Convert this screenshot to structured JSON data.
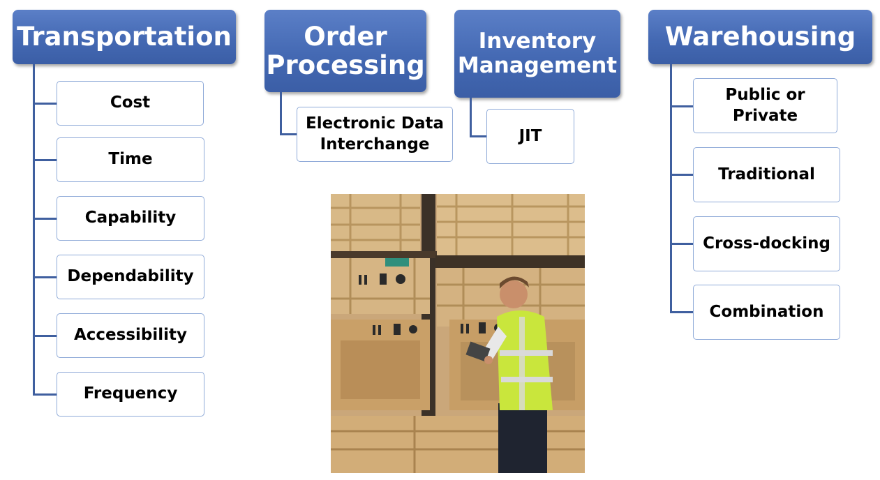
{
  "categories": {
    "transportation": {
      "title": "Transportation",
      "items": [
        "Cost",
        "Time",
        "Capability",
        "Dependability",
        "Accessibility",
        "Frequency"
      ]
    },
    "order_processing": {
      "title": "Order Processing",
      "items": [
        "Electronic Data Interchange"
      ]
    },
    "inventory_management": {
      "title": "Inventory Management",
      "items": [
        "JIT"
      ]
    },
    "warehousing": {
      "title": "Warehousing",
      "items": [
        "Public or Private",
        "Traditional",
        "Cross-docking",
        "Combination"
      ]
    }
  }
}
